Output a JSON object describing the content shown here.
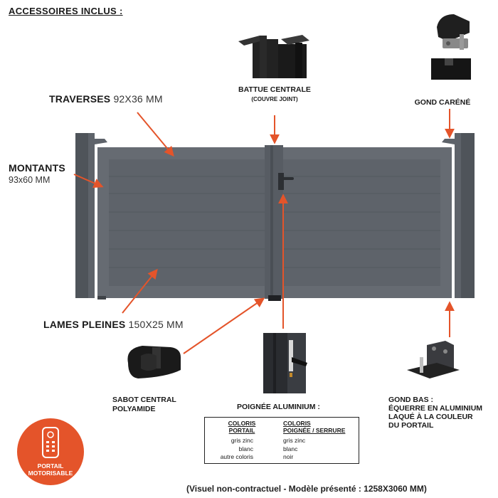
{
  "header": {
    "title": "ACCESSOIRES INCLUS :"
  },
  "labels": {
    "traverses": {
      "name": "TRAVERSES",
      "dim": "92X36 MM"
    },
    "montants": {
      "name": "MONTANTS",
      "dim": "93x60 MM"
    },
    "lames": {
      "name": "LAMES PLEINES",
      "dim": "150X25 MM"
    },
    "battue": {
      "line1": "BATTUE CENTRALE",
      "line2": "(COUVRE JOINT)"
    },
    "gond_carene": "GOND CARÉNÉ",
    "sabot": {
      "line1": "SABOT CENTRAL",
      "line2": "POLYAMIDE"
    },
    "poignee": "POIGNÉE ALUMINIUM :",
    "gond_bas": {
      "line1": "GOND BAS :",
      "line2": "ÉQUERRE EN ALUMINIUM",
      "line3": "LAQUÉ À LA COULEUR",
      "line4": "DU PORTAIL"
    }
  },
  "colors_table": {
    "header_left": [
      "COLORIS",
      "PORTAIL"
    ],
    "header_right": [
      "COLORIS",
      "POIGNÉE / SERRURE"
    ],
    "rows": [
      {
        "portail": "gris zinc",
        "poignee": "gris zinc"
      },
      {
        "portail": "blanc",
        "poignee": "blanc"
      },
      {
        "portail": "autre coloris",
        "poignee": "noir"
      }
    ]
  },
  "badge": {
    "line1": "PORTAIL",
    "line2": "MOTORISABLE"
  },
  "footer": {
    "text": "(Visuel non-contractuel - Modèle présenté : 1258X3060 MM)"
  },
  "theme": {
    "gate_color": "#5e636a",
    "gate_dark": "#4c5157",
    "accent": "#e4542a"
  }
}
